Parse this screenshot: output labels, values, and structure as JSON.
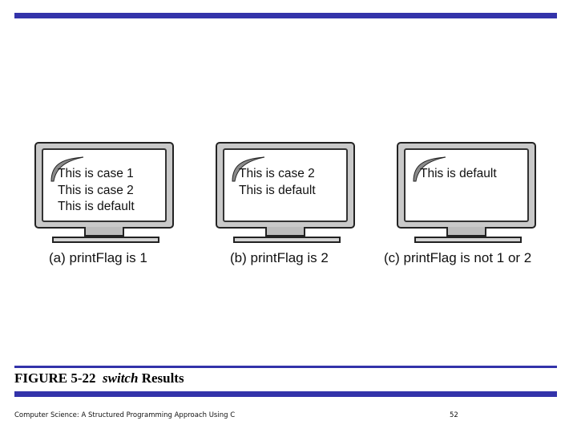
{
  "panels": [
    {
      "lines": [
        "This is case 1",
        "This is case 2",
        "This is default"
      ],
      "caption": "(a) printFlag is 1"
    },
    {
      "lines": [
        "This is case 2",
        "This is default"
      ],
      "caption": "(b) printFlag is 2"
    },
    {
      "lines": [
        "This is default"
      ],
      "caption": "(c) printFlag is not 1 or 2"
    }
  ],
  "figure": {
    "label": "FIGURE 5-22",
    "keyword": "switch",
    "suffix": "Results"
  },
  "footer": {
    "text": "Computer Science: A Structured Programming Approach Using C",
    "page": "52"
  },
  "colors": {
    "accent_bar": "#3333aa"
  }
}
